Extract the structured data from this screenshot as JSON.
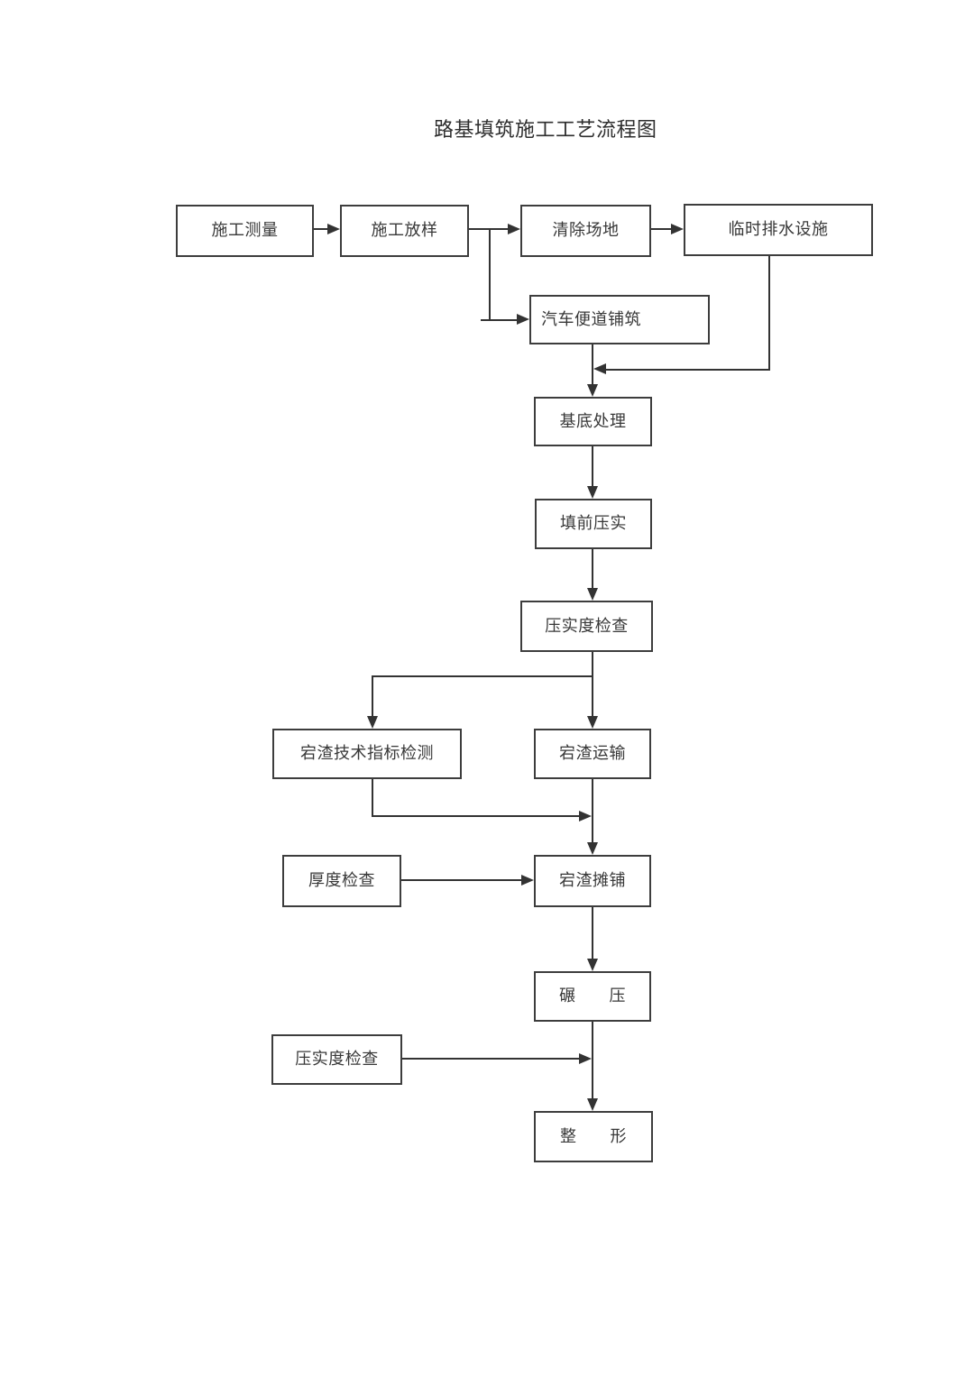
{
  "title": "路基填筑施工工艺流程图",
  "colors": {
    "background": "#ffffff",
    "line": "#333333",
    "box_border": "#3d3d3d",
    "text": "#383838"
  },
  "nodes": {
    "survey": "施工测量",
    "layout": "施工放样",
    "clear_site": "清除场地",
    "temp_drainage": "临时排水设施",
    "access_road": "汽车便道铺筑",
    "base_treatment": "基底处理",
    "pre_fill_compaction": "填前压实",
    "compaction_check_1": "压实度检查",
    "index_testing": "宕渣技术指标检测",
    "transport": "宕渣运输",
    "thickness_check": "厚度检查",
    "spreading": "宕渣摊铺",
    "rolling": "碾　　压",
    "compaction_check_2": "压实度检查",
    "shaping": "整　　形"
  },
  "edges": [
    {
      "from": "施工测量",
      "to": "施工放样"
    },
    {
      "from": "施工放样",
      "to": "清除场地"
    },
    {
      "from": "清除场地",
      "to": "临时排水设施"
    },
    {
      "from": "施工放样",
      "to": "汽车便道铺筑"
    },
    {
      "from": "临时排水设施",
      "to": "基底处理"
    },
    {
      "from": "汽车便道铺筑",
      "to": "基底处理"
    },
    {
      "from": "基底处理",
      "to": "填前压实"
    },
    {
      "from": "填前压实",
      "to": "压实度检查"
    },
    {
      "from": "压实度检查",
      "to": "宕渣技术指标检测"
    },
    {
      "from": "压实度检查",
      "to": "宕渣运输"
    },
    {
      "from": "宕渣技术指标检测",
      "to": "宕渣摊铺"
    },
    {
      "from": "宕渣运输",
      "to": "宕渣摊铺"
    },
    {
      "from": "厚度检查",
      "to": "宕渣摊铺"
    },
    {
      "from": "宕渣摊铺",
      "to": "碾压"
    },
    {
      "from": "碾压",
      "to": "整形"
    },
    {
      "from": "压实度检查",
      "to": "整形"
    }
  ]
}
